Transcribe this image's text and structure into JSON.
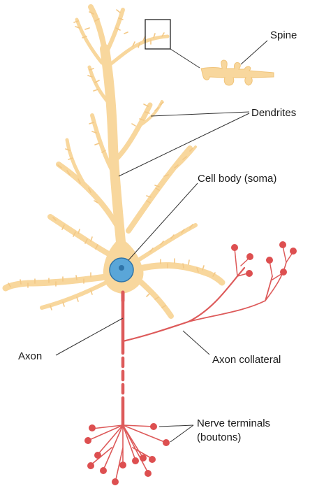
{
  "labels": {
    "spine": "Spine",
    "dendrites": "Dendrites",
    "cell_body": "Cell body (soma)",
    "axon": "Axon",
    "axon_collateral": "Axon collateral",
    "nerve_terminals_line1": "Nerve terminals",
    "nerve_terminals_line2": "(boutons)"
  },
  "colors": {
    "dendrite": "#f8d79d",
    "soma": "#f8d79d",
    "nucleus": "#5aa6d8",
    "nucleolus": "#2f74a8",
    "axon": "#dd5a5a",
    "bouton": "#dd4f50",
    "leader_line": "#333333"
  }
}
